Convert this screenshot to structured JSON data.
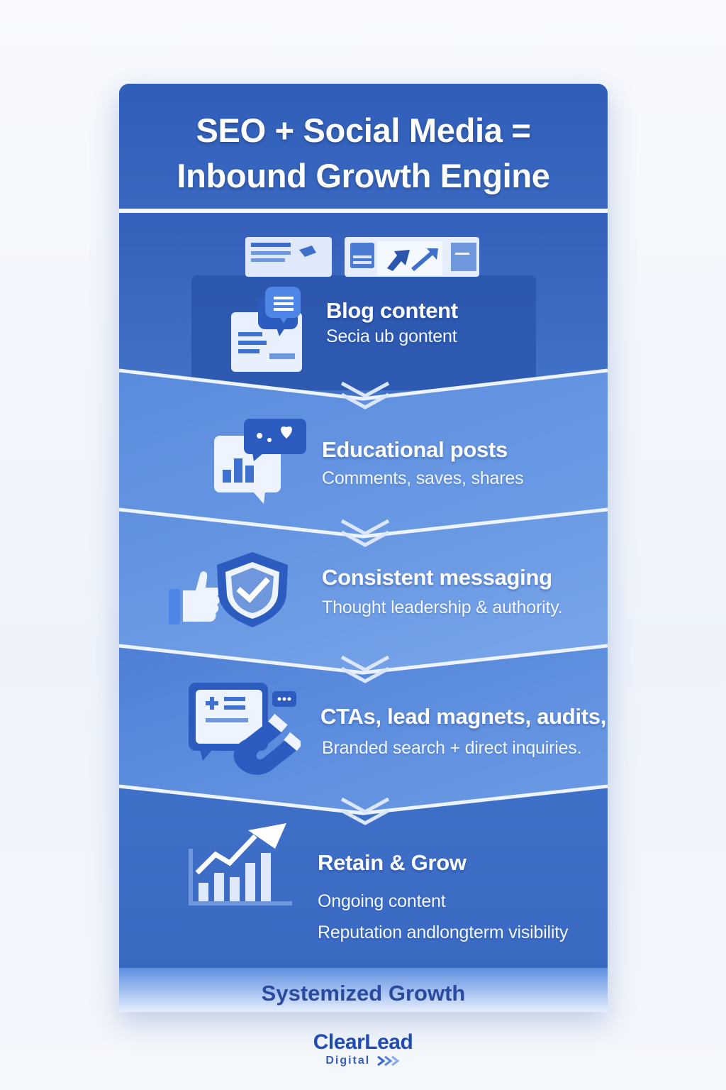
{
  "title": {
    "line1": "SEO + Social Media =",
    "line2": "Inbound Growth Engine"
  },
  "steps": [
    {
      "title": "Blog content",
      "subtitle": "Secia ub gontent",
      "icon": "document-chat-icon"
    },
    {
      "title": "Educational posts",
      "subtitle": "Comments, saves, shares",
      "icon": "chart-chat-icon"
    },
    {
      "title": "Consistent messaging",
      "subtitle": "Thought leadership & authority.",
      "icon": "shield-thumbs-up-icon"
    },
    {
      "title": "CTAs, lead magnets, audits,",
      "subtitle": "Branded search + direct inquiries.",
      "icon": "magnet-form-icon"
    },
    {
      "title": "Retain & Grow",
      "subtitle": "Ongoing content",
      "subtitle2": "Reputation andlongterm visibility",
      "icon": "growth-chart-icon"
    }
  ],
  "footer": {
    "label": "Systemized Growth"
  },
  "brand": {
    "name": "ClearLead",
    "sub": "Digital"
  },
  "colors": {
    "header": "#2f5db8",
    "band_dark": "#3c6cc6",
    "band_light": "#6b9ae3",
    "text": "#ffffff",
    "brand": "#214bb0"
  }
}
